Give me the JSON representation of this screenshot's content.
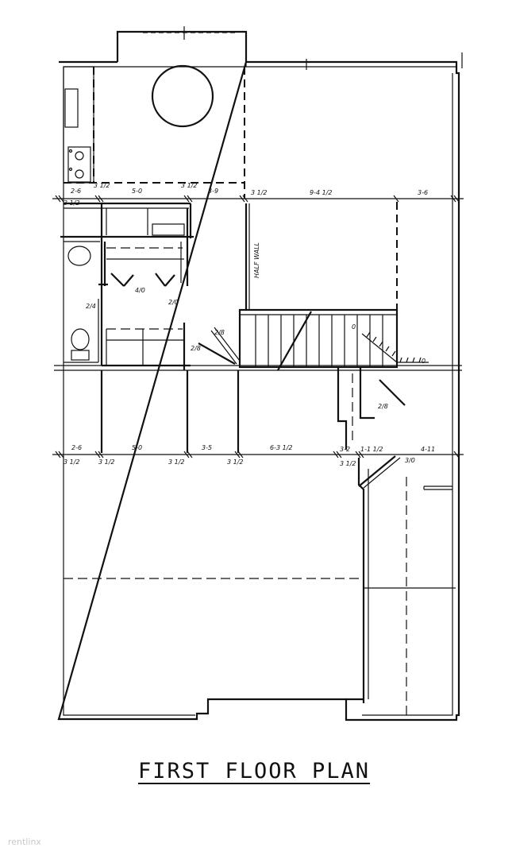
{
  "title": "FIRST FLOOR PLAN",
  "watermark": "rentlinx",
  "wall_note": "HALF WALL",
  "dims_upper_top": [
    "2-6",
    "3 1/2",
    "5-0",
    "3 1/2",
    "3-9",
    "3 1/2",
    "9-4 1/2",
    "3-6"
  ],
  "dims_upper_bottom": [
    "3 1/2"
  ],
  "dims_lower_top": [
    "2-6",
    "5-0",
    "3-5",
    "6-3 1/2",
    "3-2",
    "1-1 1/2",
    "4-11"
  ],
  "dims_lower_bottom": [
    "3 1/2",
    "3 1/2",
    "3 1/2",
    "3 1/2",
    "3 1/2"
  ],
  "door_labels": [
    "4/0",
    "2/0",
    "2/4",
    "2/8",
    "2/8",
    "2/8",
    "3/0",
    "0"
  ]
}
